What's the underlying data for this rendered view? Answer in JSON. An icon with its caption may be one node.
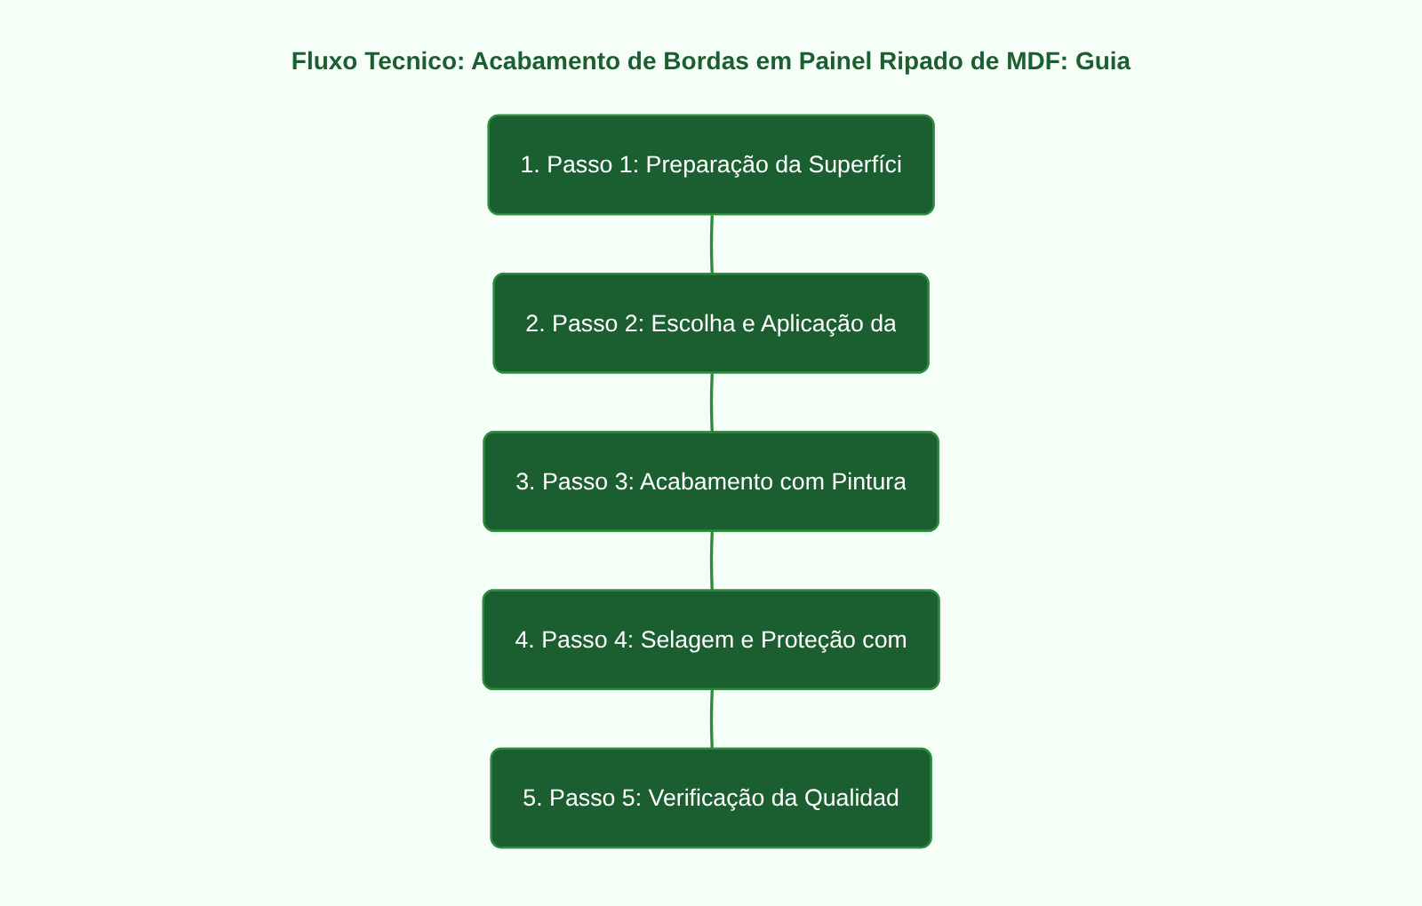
{
  "diagram": {
    "title": "Fluxo Tecnico: Acabamento de Bordas em Painel Ripado de MDF: Guia",
    "nodes": [
      {
        "text": [
          "1. Passo 1: Preparação da Superfíci"
        ]
      },
      {
        "text": [
          "2. Passo 2: Escolha e Aplicação da"
        ]
      },
      {
        "text": [
          "3. Passo 3: Acabamento com Pintura"
        ]
      },
      {
        "text": [
          "4. Passo 4: Selagem e Proteção com"
        ]
      },
      {
        "text": [
          "5. Passo 5: Verificação da Qualidad"
        ]
      }
    ],
    "edges": [
      {
        "from": 0,
        "to": 1,
        "arrow": "none"
      },
      {
        "from": 1,
        "to": 2,
        "arrow": "none"
      },
      {
        "from": 2,
        "to": 3,
        "arrow": "none"
      },
      {
        "from": 3,
        "to": 4,
        "arrow": "none"
      }
    ]
  }
}
